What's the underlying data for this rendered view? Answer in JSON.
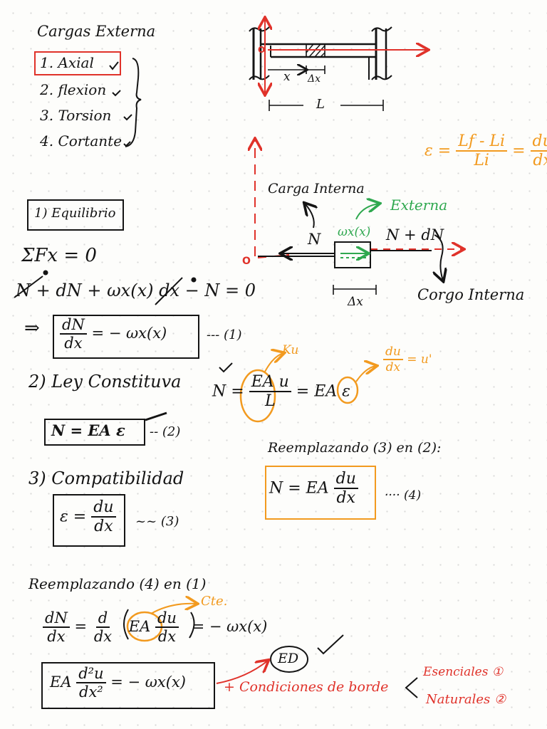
{
  "loads": {
    "title": "Cargas Externa",
    "items": [
      "1. Axial",
      "2. flexion",
      "3. Torsion",
      "4. Cortante"
    ]
  },
  "diagram": {
    "origin": "O",
    "x_label": "x",
    "dx_label": "Δx",
    "length_label": "L"
  },
  "strain": {
    "lhs": "ε =",
    "num": "Lf - Li",
    "den": "Li",
    "eq": "=",
    "du": "du",
    "dx": "dx"
  },
  "element": {
    "carga_interna_top": "Carga Interna",
    "externa": "Externa",
    "w_label": "ωx(x)",
    "n_left": "N",
    "n_right": "N + dN",
    "carga_interna_bottom": "Corgo Interna",
    "dx_label": "Δx",
    "origin": "O"
  },
  "equilibrium": {
    "title": "1) Equilibrio",
    "sum": "ΣFx = 0",
    "eq": "N + dN + ωx(x) dx − N = 0",
    "implies": "⇒",
    "res_num": "dN",
    "res_den": "dx",
    "res_rhs": "= − ωx(x)",
    "ref": "--- (1)"
  },
  "constitutive": {
    "title": "2) Ley Constituva",
    "eq_lhs": "N =",
    "eq_num": "EA u",
    "eq_den": "L",
    "eq_rhs": "= EA ε",
    "ku": "Ku",
    "du": "du",
    "dx": "dx",
    "uprime": "= u'",
    "box": "N = EA ε",
    "ref": "-- (2)"
  },
  "replace32": {
    "title": "Reemplazando (3) en (2):",
    "lhs": "N = EA",
    "num": "du",
    "den": "dx",
    "ref": "···· (4)"
  },
  "compat": {
    "title": "3) Compatibilidad",
    "lhs": "ε =",
    "num": "du",
    "den": "dx",
    "ref": "~~ (3)"
  },
  "replace41": {
    "title": "Reemplazando (4) en (1)",
    "cte": "Cte.",
    "lhs_num": "dN",
    "lhs_den": "dx",
    "eq": "=",
    "d_num": "d",
    "d_den": "dx",
    "ea": "EA",
    "du": "du",
    "dx": "dx",
    "rhs": "= − ωx(x)",
    "ed": "ED",
    "final_ea": "EA",
    "final_num": "d²u",
    "final_den": "dx²",
    "final_rhs": "= − ωx(x)",
    "bc": "+ Condiciones de borde",
    "esenciales": "Esenciales ①",
    "naturales": "Naturales ②"
  },
  "colors": {
    "ink": "#141414",
    "red": "#e0322a",
    "orange": "#f29a1f",
    "green": "#2fa84f"
  }
}
